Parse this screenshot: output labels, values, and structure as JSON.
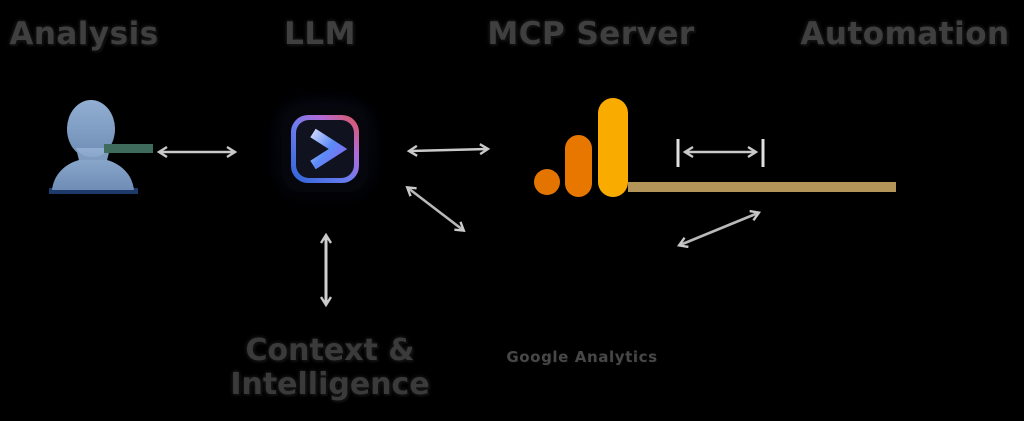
{
  "stage_labels": {
    "analysis": "Analysis",
    "llm": "LLM",
    "mcp_server": "MCP Server",
    "automation": "Automation"
  },
  "captions": {
    "context_line1": "Context &",
    "context_line2": "Intelligence",
    "analytics": "Google Analytics"
  },
  "icons": {
    "user": "user-silhouette-icon",
    "llm": "terminal-prompt-icon",
    "mcp": "google-analytics-icon"
  },
  "colors": {
    "background": "#000000",
    "label_text": "#3f3f3f",
    "arrow_gray": "#c9c9c9",
    "user_blue": "#7d9cc0",
    "connector_green": "#3e6b5b",
    "ga_amber": "#F9AB00",
    "ga_orange": "#E37400",
    "automation_tan": "#b39459",
    "llm_gradient_blue": "#4f7df5",
    "llm_gradient_red": "#e25555"
  }
}
